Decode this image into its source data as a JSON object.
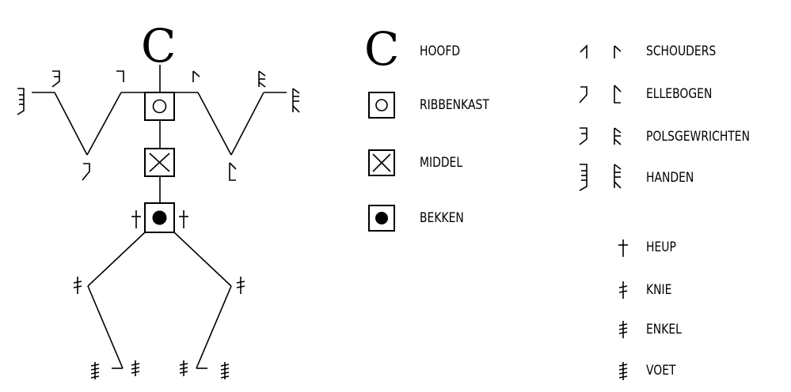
{
  "figure": {
    "head_glyph": "C",
    "legend": {
      "head": "HOOFD",
      "ribcage": "RIBBENKAST",
      "middle": "MIDDEL",
      "pelvis": "BEKKEN",
      "shoulders": "SCHOUDERS",
      "elbows": "ELLEBOGEN",
      "wrists": "POLSGEWRICHTEN",
      "hands": "HANDEN",
      "hip": "HEUP",
      "knee": "KNIE",
      "ankle": "ENKEL",
      "foot": "VOET"
    }
  }
}
